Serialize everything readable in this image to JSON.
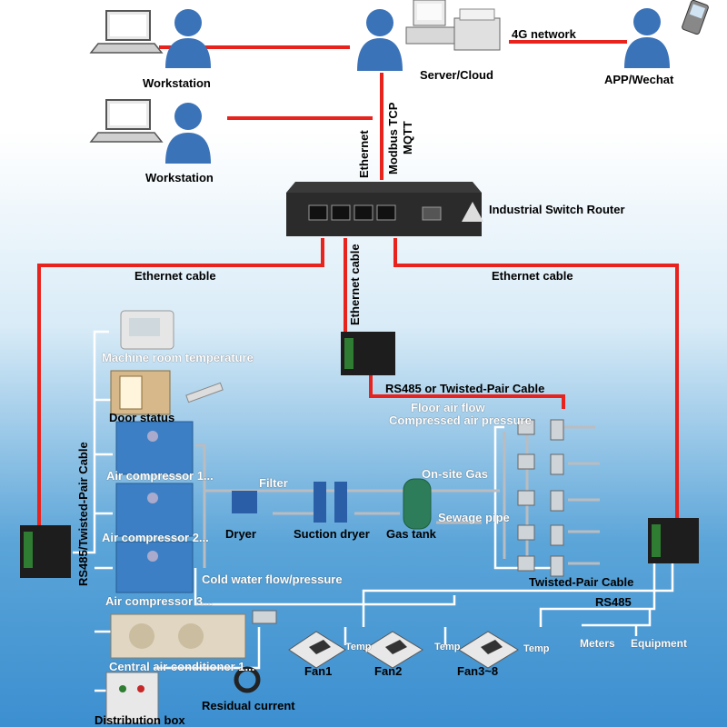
{
  "top": {
    "workstation_1": "Workstation",
    "workstation_2": "Workstation",
    "server": "Server/Cloud",
    "network_4g": "4G network",
    "app": "APP/Wechat",
    "ethernet": "Ethernet",
    "modbus": "Modbus TCP",
    "mqtt": "MQTT",
    "switch_router": "Industrial Switch Router"
  },
  "cables": {
    "ethernet_left": "Ethernet cable",
    "ethernet_right": "Ethernet cable",
    "ethernet_center": "Ethernet cable",
    "rs485_twisted_center": "RS485 or Twisted-Pair Cable",
    "rs485_twisted_left": "RS485/Twisted-Pair Cable",
    "twisted_pair_right": "Twisted-Pair Cable",
    "rs485_right": "RS485"
  },
  "devices": {
    "machine_room_temp": "Machine room temperature",
    "door_status": "Door status",
    "air_compressor_1": "Air compressor 1...",
    "air_compressor_2": "Air compressor 2...",
    "air_compressor_3": "Air compressor 3...",
    "filter": "Filter",
    "dryer": "Dryer",
    "suction_dryer": "Suction dryer",
    "gas_tank": "Gas tank",
    "cold_water": "Cold water flow/pressure",
    "floor_air_flow": "Floor air flow",
    "compressed_air_pressure": "Compressed air pressure",
    "onsite_gas": "On-site Gas",
    "sewage_pipe": "Sewage pipe",
    "central_ac": "Central air conditioner 1...",
    "fan1": "Fan1",
    "fan2": "Fan2",
    "fan3_8": "Fan3~8",
    "temp_1": "Temp",
    "temp_2": "Temp",
    "temp_3": "Temp",
    "meters": "Meters",
    "equipment": "Equipment",
    "distribution_box": "Distribution box",
    "residual_current": "Residual current"
  },
  "colors": {
    "red_cable": "#e8221c",
    "grey_pipe": "#b9bcc0",
    "white_cable": "#ffffff",
    "device_blue": "#3d7fc4",
    "person_blue": "#3b73b9"
  }
}
